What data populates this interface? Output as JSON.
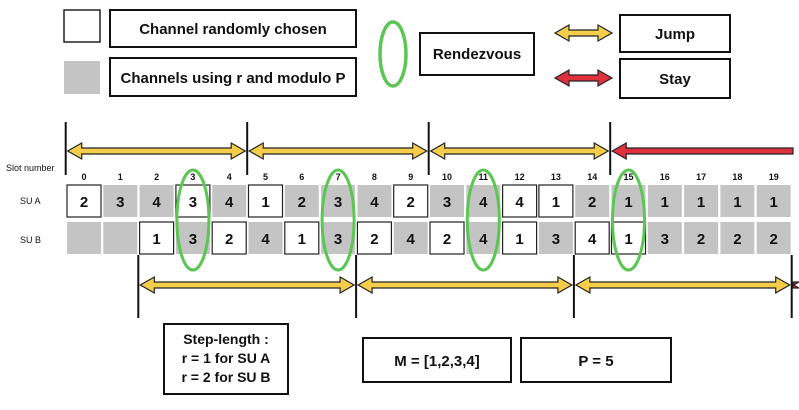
{
  "legend": {
    "random_label": "Channel randomly chosen",
    "modulo_label": "Channels using r and modulo P",
    "rendezvous_label": "Rendezvous",
    "jump_label": "Jump",
    "stay_label": "Stay"
  },
  "row_labels": {
    "slot": "Slot number",
    "su_a": "SU A",
    "su_b": "SU B"
  },
  "slots": [
    "0",
    "1",
    "2",
    "3",
    "4",
    "5",
    "6",
    "7",
    "8",
    "9",
    "10",
    "11",
    "12",
    "13",
    "14",
    "15",
    "16",
    "17",
    "18",
    "19"
  ],
  "su_a": [
    {
      "v": "2",
      "t": "r"
    },
    {
      "v": "3",
      "t": "m"
    },
    {
      "v": "4",
      "t": "m"
    },
    {
      "v": "3",
      "t": "r"
    },
    {
      "v": "4",
      "t": "m"
    },
    {
      "v": "1",
      "t": "r"
    },
    {
      "v": "2",
      "t": "m"
    },
    {
      "v": "3",
      "t": "m"
    },
    {
      "v": "4",
      "t": "m"
    },
    {
      "v": "2",
      "t": "r"
    },
    {
      "v": "3",
      "t": "m"
    },
    {
      "v": "4",
      "t": "m"
    },
    {
      "v": "4",
      "t": "r"
    },
    {
      "v": "1",
      "t": "r"
    },
    {
      "v": "2",
      "t": "m"
    },
    {
      "v": "1",
      "t": "m"
    },
    {
      "v": "1",
      "t": "m"
    },
    {
      "v": "1",
      "t": "m"
    },
    {
      "v": "1",
      "t": "m"
    },
    {
      "v": "1",
      "t": "m"
    }
  ],
  "su_b": [
    {
      "v": "",
      "t": "m"
    },
    {
      "v": "",
      "t": "m"
    },
    {
      "v": "1",
      "t": "r"
    },
    {
      "v": "3",
      "t": "m"
    },
    {
      "v": "2",
      "t": "r"
    },
    {
      "v": "4",
      "t": "m"
    },
    {
      "v": "1",
      "t": "r"
    },
    {
      "v": "3",
      "t": "m"
    },
    {
      "v": "2",
      "t": "r"
    },
    {
      "v": "4",
      "t": "m"
    },
    {
      "v": "2",
      "t": "r"
    },
    {
      "v": "4",
      "t": "m"
    },
    {
      "v": "1",
      "t": "r"
    },
    {
      "v": "3",
      "t": "m"
    },
    {
      "v": "4",
      "t": "r"
    },
    {
      "v": "1",
      "t": "r"
    },
    {
      "v": "3",
      "t": "m"
    },
    {
      "v": "2",
      "t": "m"
    },
    {
      "v": "2",
      "t": "m"
    },
    {
      "v": "2",
      "t": "m"
    }
  ],
  "rendezvous_slots": [
    3,
    7,
    11,
    15
  ],
  "top_dividers": [
    0,
    5,
    10,
    15
  ],
  "top_jumps": [
    [
      0,
      5
    ],
    [
      5,
      10
    ],
    [
      10,
      15
    ]
  ],
  "top_stay_from_slot": 15,
  "bottom_dividers": [
    2,
    8,
    14,
    20
  ],
  "bottom_jumps": [
    [
      2,
      8
    ],
    [
      8,
      14
    ],
    [
      14,
      20
    ]
  ],
  "bottom_stay_from_slot": 20,
  "step_length": {
    "line1": "Step-length :",
    "line2": "r = 1 for SU A",
    "line3": "r = 2 for SU B"
  },
  "m_set": "M = [1,2,3,4]",
  "p_value": "P = 5",
  "colors": {
    "gray": "#c4c4c4",
    "green": "#5cc654",
    "jump_fill": "#f5cd4b",
    "stay_fill": "#e0303d",
    "arrow_stroke": "#222222"
  }
}
